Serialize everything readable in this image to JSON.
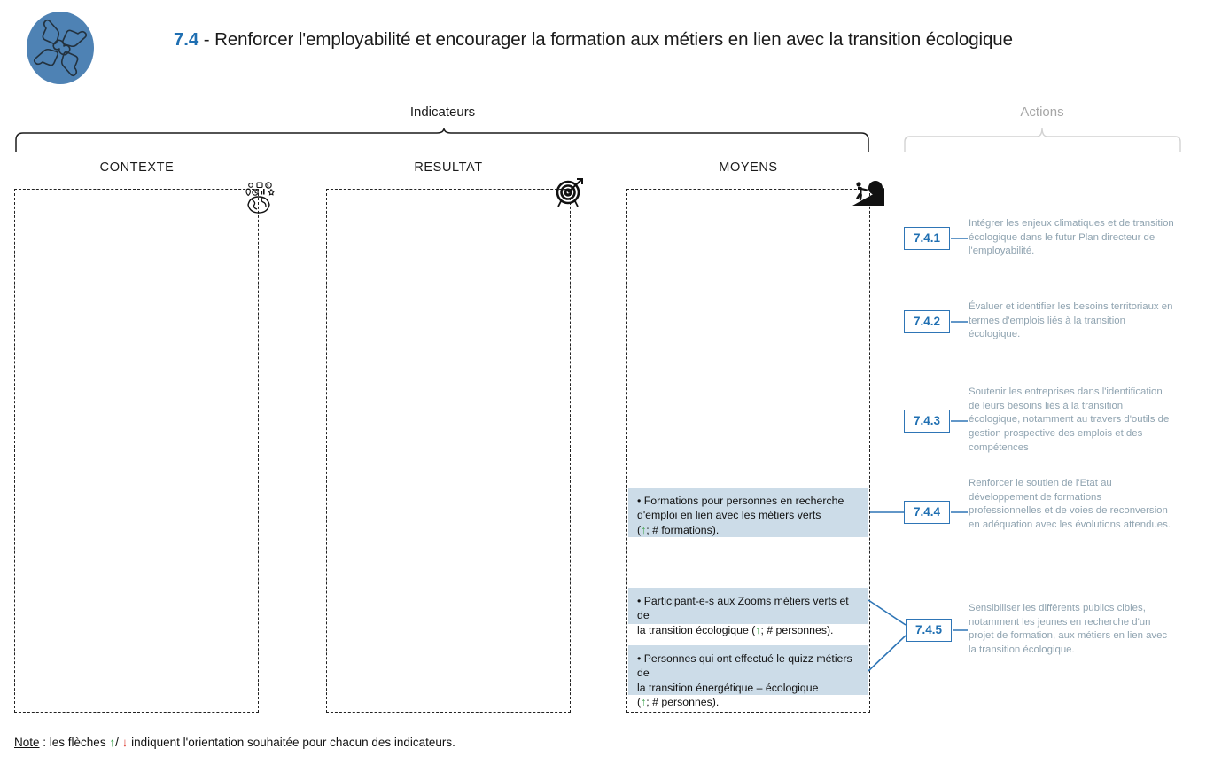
{
  "header": {
    "logo_icon": "four-hands-puzzle-circle-icon",
    "title_number": "7.4",
    "title_separator": " - ",
    "title_text": "Renforcer l'employabilité et encourager la formation aux métiers en lien avec la transition écologique"
  },
  "groups": {
    "indicateurs_label": "Indicateurs",
    "actions_label": "Actions"
  },
  "columns": [
    {
      "key": "contexte",
      "title": "CONTEXTE",
      "icon": "globe-network-icon"
    },
    {
      "key": "resultat",
      "title": "RESULTAT",
      "icon": "target-arrow-icon"
    },
    {
      "key": "moyens",
      "title": "MOYENS",
      "icon": "person-pushing-boulder-icon"
    }
  ],
  "indicators": {
    "contexte": [],
    "resultat": [],
    "moyens": [
      {
        "id": "ind-1",
        "line1": "• Formations pour personnes en recherche",
        "line2": "d'emploi en lien avec les métiers verts",
        "arrow": "↑",
        "suffix": "; # formations).",
        "prefix": "("
      },
      {
        "id": "ind-2",
        "line1": "• Participant-e-s aux Zooms métiers verts et de",
        "line2": "la transition écologique (",
        "arrow": "↑",
        "suffix": "; # personnes).",
        "prefix": ""
      },
      {
        "id": "ind-3",
        "line1": "• Personnes qui ont effectué le quizz métiers de",
        "line2": "la transition énergétique – écologique",
        "arrow": "↑",
        "suffix": "; # personnes).",
        "prefix": "("
      }
    ]
  },
  "actions": [
    {
      "code": "7.4.1",
      "text": "Intégrer les enjeux climatiques et de transition écologique dans le futur Plan directeur de l'employabilité."
    },
    {
      "code": "7.4.2",
      "text": "Évaluer et identifier les besoins territoriaux en termes d'emplois liés à la transition écologique."
    },
    {
      "code": "7.4.3",
      "text": "Soutenir les entreprises dans l'identification de leurs besoins liés à la transition écologique, notamment au travers d'outils de gestion prospective des emplois et des compétences"
    },
    {
      "code": "7.4.4",
      "text": "Renforcer le soutien de l'Etat au développement de formations professionnelles et de voies de reconversion en adéquation avec les évolutions attendues."
    },
    {
      "code": "7.4.5",
      "text": "Sensibiliser les différents publics cibles, notamment les jeunes en recherche d'un projet de formation, aux métiers en lien avec la transition écologique."
    }
  ],
  "note": {
    "label": "Note",
    "separator": " : les flèches ",
    "up_arrow": "↑",
    "middle": "/ ",
    "down_arrow": "↓",
    "tail": " indiquent l'orientation souhaitée pour chacun des indicateurs."
  },
  "colors": {
    "accent_blue": "#1F6FB2",
    "badge_border": "#2E75B6",
    "indicator_fill": "#CCDCE8",
    "action_text": "#8FA3B0",
    "actions_label": "#a6a6a6",
    "arrow_up": "#3FA34D",
    "arrow_down": "#D93025",
    "logo_circle": "#4E82B4"
  }
}
